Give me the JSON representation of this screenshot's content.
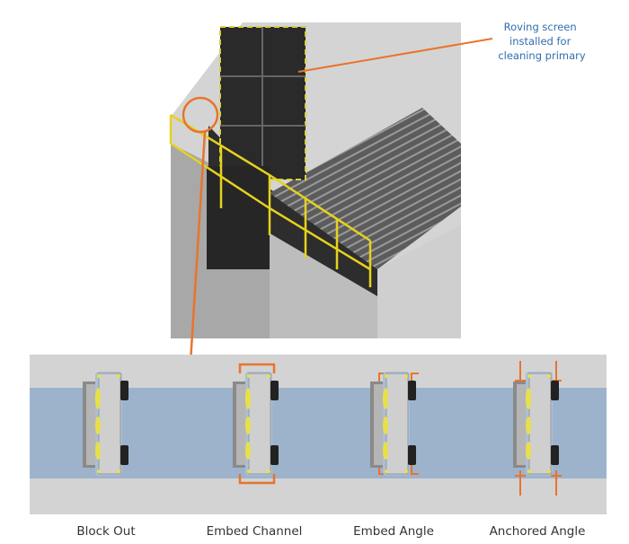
{
  "callout": {
    "lines": [
      "Roving screen",
      "installed for",
      "cleaning primary"
    ]
  },
  "installation_types": [
    {
      "label": "Block Out"
    },
    {
      "label": "Embed Channel"
    },
    {
      "label": "Embed Angle"
    },
    {
      "label": "Anchored Angle"
    }
  ],
  "colors": {
    "callout_line": "#e8742c",
    "callout_text": "#2f6db0",
    "channel_water": "#9db3cc",
    "railing": "#e6d21e"
  }
}
